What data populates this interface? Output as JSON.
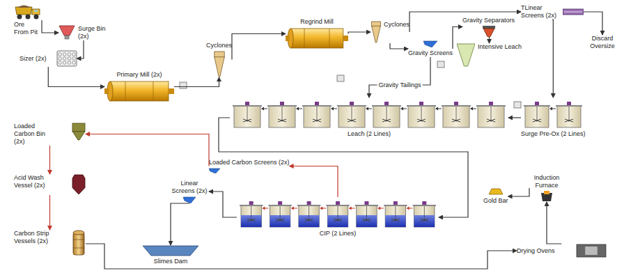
{
  "diagram": {
    "nodes": [
      {
        "text": [
          "Ore From Pit"
        ]
      },
      {
        "text": [
          "Surge Bin (2x)"
        ]
      },
      {
        "text": [
          "Sizer (2x)"
        ]
      },
      {
        "text": [
          "Primary Mill (2x)"
        ]
      },
      {
        "text": [
          "Cyclones"
        ]
      },
      {
        "text": [
          "Regrind Mill"
        ]
      },
      {
        "text": [
          "Cyclones"
        ]
      },
      {
        "text": [
          "Gravity Screens"
        ]
      },
      {
        "text": [
          "Gravity Separators"
        ]
      },
      {
        "text": [
          "Intensive Leach"
        ]
      },
      {
        "text": [
          "TLinear Screens (2x)"
        ]
      },
      {
        "text": [
          "Discard Oversize"
        ]
      },
      {
        "text": [
          "Leach (2 Lines)"
        ]
      },
      {
        "text": [
          "Surge Pre-Ox (2 Lines)"
        ]
      },
      {
        "text": [
          "Loaded Carbon Bin (2x)"
        ]
      },
      {
        "text": [
          "Acid Wash Vessel (2x)"
        ]
      },
      {
        "text": [
          "Carbon Strip Vessels (2x)"
        ]
      },
      {
        "text": [
          "Loaded Carbon Screens (2x)"
        ]
      },
      {
        "text": [
          "CIP (2 Lines)"
        ]
      },
      {
        "text": [
          "Linear Screens (2x)"
        ]
      },
      {
        "text": [
          "Slimes Dam"
        ]
      },
      {
        "text": [
          "Gold Bar"
        ]
      },
      {
        "text": [
          "Induction Furnace"
        ]
      },
      {
        "text": [
          "Drying Ovens"
        ]
      }
    ],
    "edges": [
      {
        "from": 0,
        "to": 1,
        "arrow": "to"
      },
      {
        "from": 1,
        "to": 2,
        "arrow": "to"
      },
      {
        "from": 2,
        "to": 3,
        "arrow": "to"
      },
      {
        "from": 3,
        "to": 4,
        "arrow": "to"
      },
      {
        "from": 4,
        "to": 5,
        "arrow": "to"
      },
      {
        "from": 5,
        "to": 6,
        "arrow": "to"
      },
      {
        "from": 6,
        "to": 7,
        "arrow": "to"
      },
      {
        "from": 6,
        "to": 10,
        "arrow": "to"
      },
      {
        "from": 7,
        "to": 8,
        "arrow": "to"
      },
      {
        "from": 8,
        "to": 9,
        "arrow": "to"
      },
      {
        "from": 10,
        "to": 11,
        "arrow": "to"
      },
      {
        "from": 10,
        "to": 13,
        "arrow": "to"
      },
      {
        "from": 13,
        "to": 12,
        "arrow": "to"
      },
      {
        "from": 7,
        "to": 12,
        "label": "Gravity Tailings",
        "arrow": "to"
      },
      {
        "from": 12,
        "to": 18,
        "arrow": "to"
      },
      {
        "from": 18,
        "to": 19,
        "arrow": "to"
      },
      {
        "from": 19,
        "to": 20,
        "arrow": "to"
      },
      {
        "from": 18,
        "to": 17,
        "arrow": "to"
      },
      {
        "from": 17,
        "to": 14,
        "arrow": "to"
      },
      {
        "from": 14,
        "to": 15,
        "arrow": "to"
      },
      {
        "from": 15,
        "to": 16,
        "arrow": "to"
      },
      {
        "from": 16,
        "to": 23,
        "arrow": "to"
      },
      {
        "from": 23,
        "to": 22,
        "arrow": "to"
      },
      {
        "from": 22,
        "to": 21,
        "arrow": "to"
      }
    ]
  }
}
